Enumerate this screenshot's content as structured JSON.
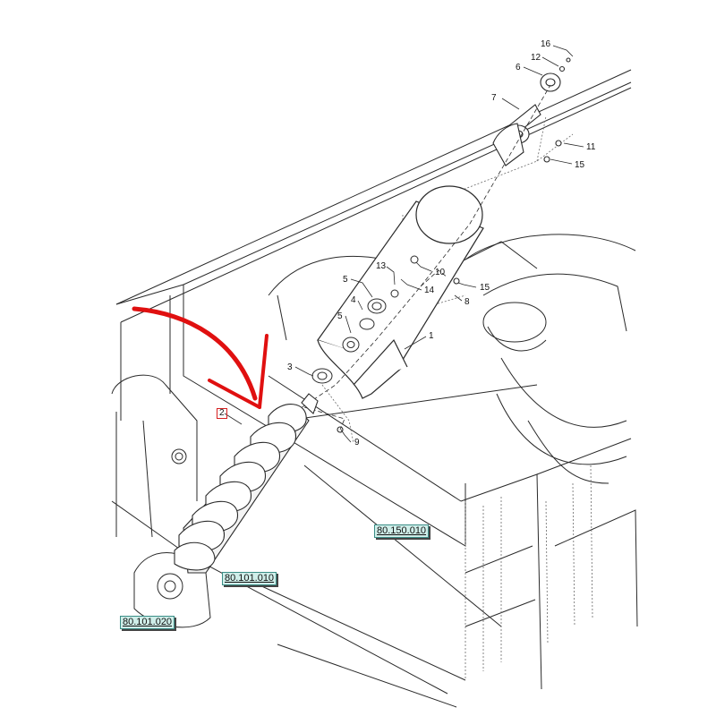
{
  "callouts": {
    "c16": "16",
    "c12": "12",
    "c6": "6",
    "c7": "7",
    "c11": "11",
    "c15a": "15",
    "c13": "13",
    "c10": "10",
    "c5a": "5",
    "c14": "14",
    "c15b": "15",
    "c8": "8",
    "c4": "4",
    "c5b": "5",
    "c1": "1",
    "c3": "3",
    "c9": "9"
  },
  "item_box": "2",
  "ref_tags": {
    "tag_80_150_010": "80.150.010",
    "tag_80_101_010": "80.101.010",
    "tag_80_101_020": "80.101.020"
  },
  "colors": {
    "line": "#2a2a2a",
    "hidden_line": "#6a6a6a",
    "arrow": "#e01010",
    "tag_fill": "#cfeee9",
    "item_box_border": "#d62020"
  }
}
